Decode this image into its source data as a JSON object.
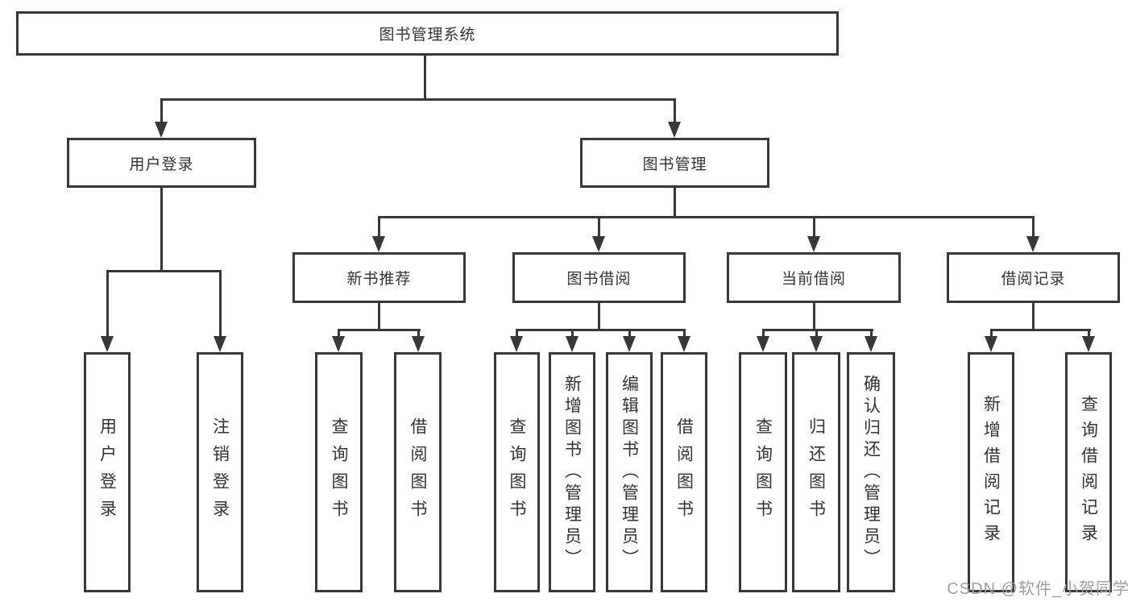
{
  "diagram": {
    "root": "图书管理系统",
    "branches": [
      {
        "label": "用户登录",
        "leaves": [
          "用户登录",
          "注销登录"
        ]
      },
      {
        "label": "图书管理",
        "groups": [
          {
            "label": "新书推荐",
            "leaves": [
              "查询图书",
              "借阅图书"
            ]
          },
          {
            "label": "图书借阅",
            "leaves": [
              "查询图书",
              "新增图书（管理员）",
              "编辑图书（管理员）",
              "借阅图书"
            ]
          },
          {
            "label": "当前借阅",
            "leaves": [
              "查询图书",
              "归还图书",
              "确认归还（管理员）"
            ]
          },
          {
            "label": "借阅记录",
            "leaves": [
              "新增借阅记录",
              "查询借阅记录"
            ]
          }
        ]
      }
    ]
  },
  "watermark": "CSDN @软件_小贺同学",
  "colors": {
    "line": "#383838",
    "text": "#333333",
    "watermark": "#9e9e9e",
    "background": "#ffffff"
  }
}
